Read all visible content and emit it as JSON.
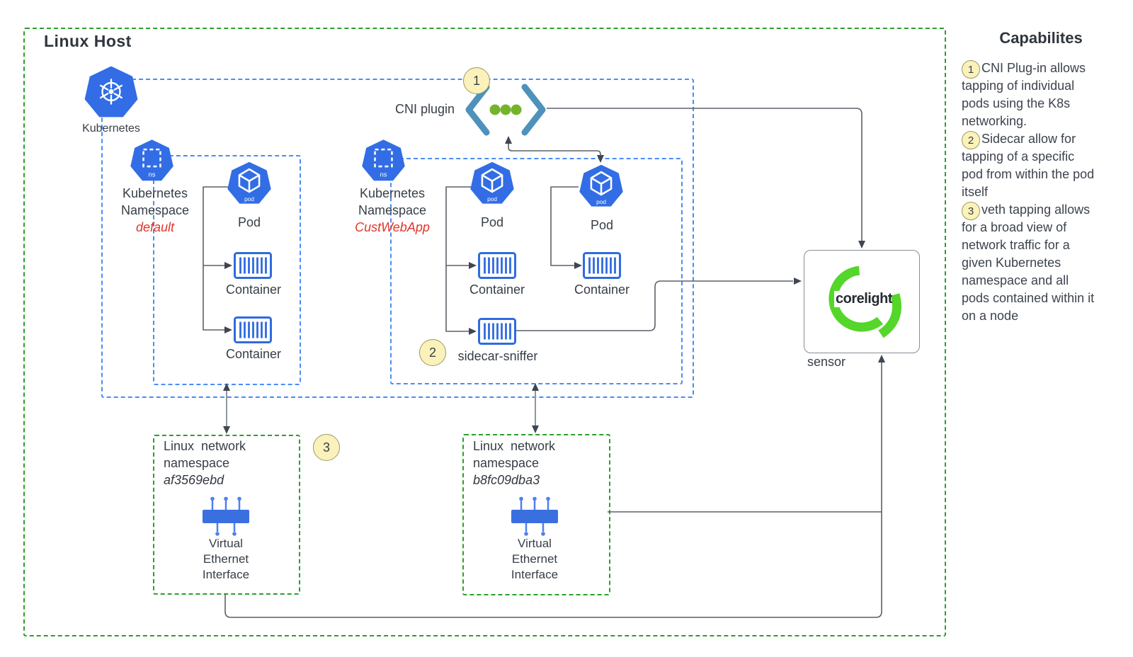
{
  "colors": {
    "k8s_blue": "#326de5",
    "container_blue": "#2f6be0",
    "veth_blue": "#3a6fe0",
    "dashed_blue": "#4b8df6",
    "dashed_green": "#2aa02a",
    "red_label": "#df352a",
    "connector_gray": "#5b6168",
    "cni_bracket_blue": "#4e92bb",
    "cni_dot_green": "#76b32c",
    "badge_yellow": "#faf2ba",
    "corelight_green": "#54d62a"
  },
  "host": {
    "title": "Linux Host"
  },
  "kubernetes": {
    "label": "Kubernetes"
  },
  "icons": {
    "ns_text": "ns",
    "pod_text": "pod"
  },
  "cni": {
    "label": "CNI plugin",
    "badge": "1"
  },
  "namespaces": [
    {
      "line1": "Kubernetes",
      "line2": "Namespace",
      "name": "default"
    },
    {
      "line1": "Kubernetes",
      "line2": "Namespace",
      "name": "CustWebApp"
    }
  ],
  "pods": [
    "Pod",
    "Pod",
    "Pod"
  ],
  "containers": {
    "labels": [
      "Container",
      "Container",
      "Container",
      "Container"
    ],
    "sidecar_label": "sidecar-sniffer",
    "sidecar_badge": "2"
  },
  "netns": [
    {
      "line1": "Linux  network",
      "line2": "namespace",
      "id": "af3569ebd",
      "badge": "3"
    },
    {
      "line1": "Linux  network",
      "line2": "namespace",
      "id": "b8fc09dba3"
    }
  ],
  "veth": {
    "l1": "Virtual",
    "l2": "Ethernet",
    "l3": "Interface"
  },
  "sensor": {
    "logo": "corelight",
    "label": "sensor"
  },
  "capabilities": {
    "title": "Capabilites",
    "items": [
      {
        "num": "1",
        "text": "CNI Plug-in allows tapping of individual pods using the K8s networking."
      },
      {
        "num": "2",
        "text": "Sidecar allow for tapping of a specific pod from within the pod itself"
      },
      {
        "num": "3",
        "text": "veth tapping allows for a broad view of network traffic for a given Kubernetes namespace and all pods contained within it on a node"
      }
    ]
  }
}
